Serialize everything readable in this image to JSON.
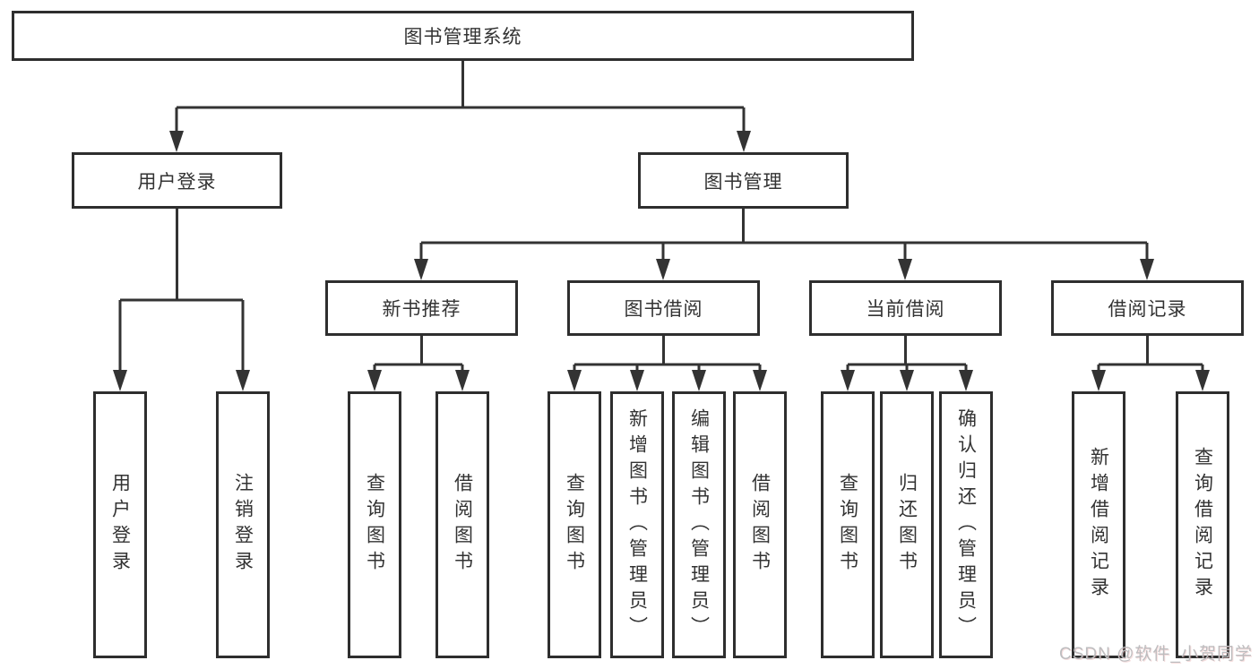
{
  "diagram": {
    "nodes": {
      "root": "图书管理系统",
      "user_login": "用户登录",
      "book_mgmt": "图书管理",
      "new_books": "新书推荐",
      "book_borrow": "图书借阅",
      "current_borrow": "当前借阅",
      "borrow_records": "借阅记录"
    },
    "leaves": {
      "login": "用户登录",
      "logout": "注销登录",
      "nb_query": "查询图书",
      "nb_borrow": "借阅图书",
      "bb_query": "查询图书",
      "bb_add": "新增图书（管理员）",
      "bb_edit": "编辑图书（管理员）",
      "bb_borrow": "借阅图书",
      "cb_query": "查询图书",
      "cb_return": "归还图书",
      "cb_confirm": "确认归还（管理员）",
      "br_add": "新增借阅记录",
      "br_query": "查询借阅记录"
    },
    "edges": [
      {
        "from": "root",
        "to": [
          "user_login",
          "book_mgmt"
        ]
      },
      {
        "from": "user_login",
        "to": [
          "login",
          "logout"
        ]
      },
      {
        "from": "book_mgmt",
        "to": [
          "new_books",
          "book_borrow",
          "current_borrow",
          "borrow_records"
        ]
      },
      {
        "from": "new_books",
        "to": [
          "nb_query",
          "nb_borrow"
        ]
      },
      {
        "from": "book_borrow",
        "to": [
          "bb_query",
          "bb_add",
          "bb_edit",
          "bb_borrow"
        ]
      },
      {
        "from": "current_borrow",
        "to": [
          "cb_query",
          "cb_return",
          "cb_confirm"
        ]
      },
      {
        "from": "borrow_records",
        "to": [
          "br_add",
          "br_query"
        ]
      }
    ]
  },
  "watermark": "CSDN @软件_小贺同学",
  "colors": {
    "line": "#333333",
    "box_border": "#2e2e2e",
    "text": "#333333",
    "watermark": "#bdbdbf",
    "background": "#ffffff"
  }
}
